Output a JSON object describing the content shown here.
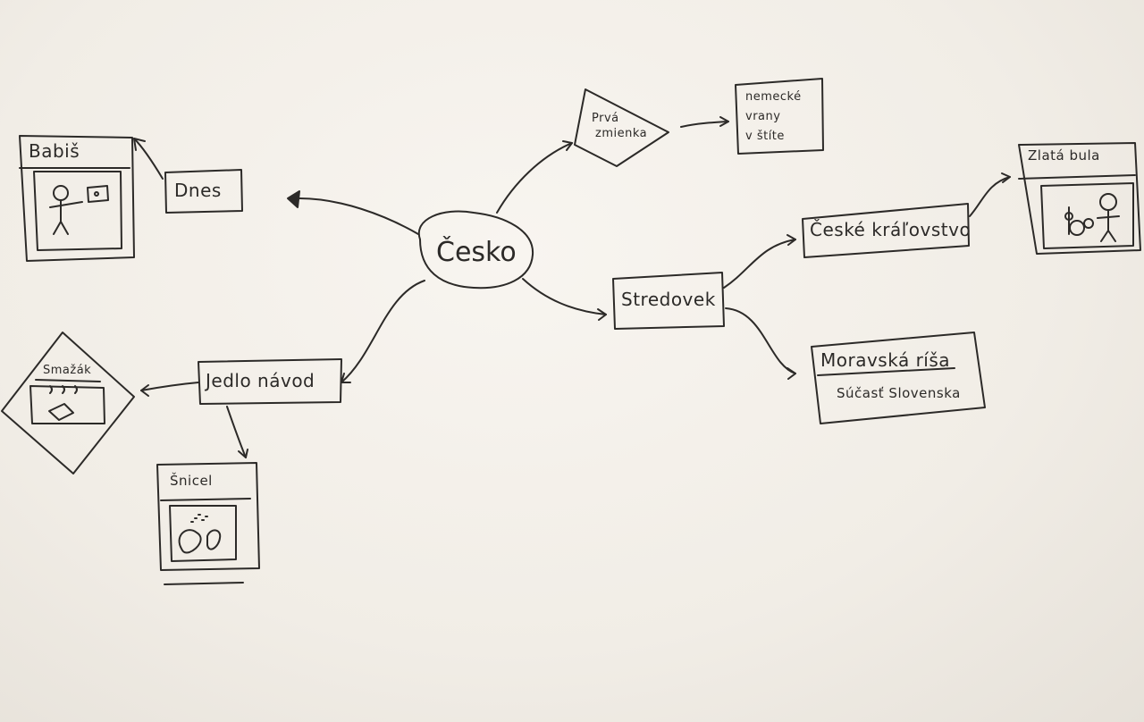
{
  "central": {
    "label": "Česko"
  },
  "branches": {
    "dnes": {
      "label": "Dnes",
      "child": {
        "label": "Babiš",
        "icon": "stick-figure-presenting-icon"
      }
    },
    "prva_zmienka": {
      "label_line1": "Prvá",
      "label_line2": "zmienka",
      "child": {
        "line1": "nemecké",
        "line2": "vrany",
        "line3": "v štíte"
      }
    },
    "stredovek": {
      "label": "Stredovek",
      "children": {
        "ceske_kralovstvo": {
          "label": "České kráľovstvo",
          "child": {
            "label": "Zlatá bula",
            "icon": "king-with-sceptre-icon"
          }
        },
        "moravska_risa": {
          "label": "Moravská ríša",
          "sublabel": "Súčasť Slovenska"
        }
      }
    },
    "jedlo": {
      "label": "Jedlo návod",
      "children": {
        "smazak": {
          "label": "Smažák",
          "icon": "fried-cheese-pan-icon"
        },
        "snicel": {
          "label": "Šnicel",
          "icon": "schnitzel-pan-icon"
        }
      }
    }
  },
  "colors": {
    "ink": "#2c2a28",
    "paper": "#f4f0ea"
  }
}
